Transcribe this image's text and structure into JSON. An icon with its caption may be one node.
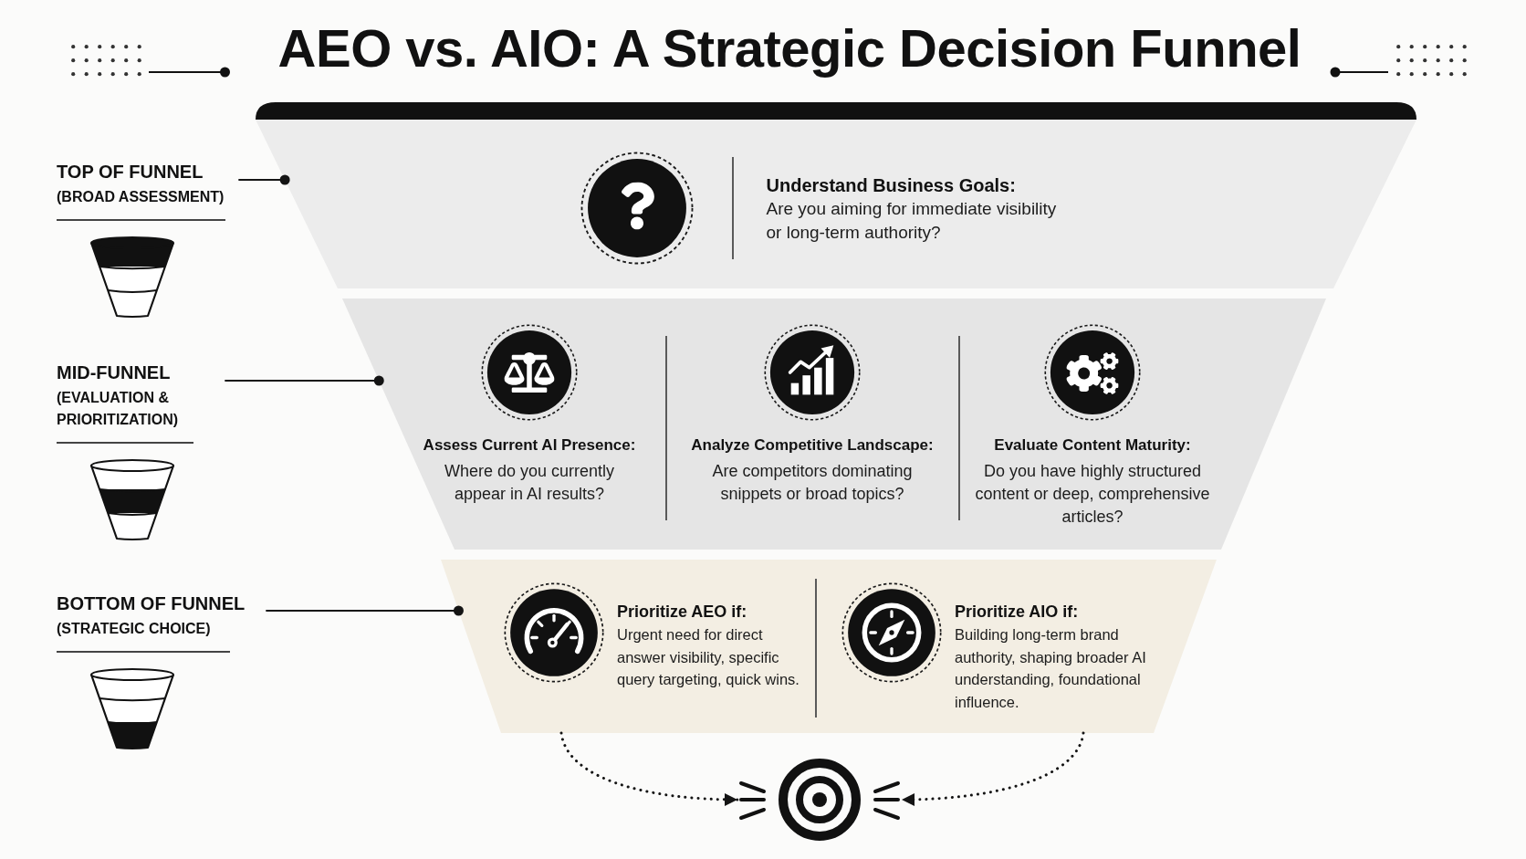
{
  "diagram": {
    "title": "AEO vs. AIO: A Strategic Decision Funnel",
    "nodes": [
      {
        "text": [
          "TOP OF FUNNEL",
          "(BROAD ASSESSMENT)"
        ]
      },
      {
        "text": [],
        "shape": "trapezoid"
      },
      {
        "text": [
          "Understand Business Goals:",
          "Are you aiming for immediate visibility or long-term authority?"
        ],
        "in": 1
      },
      {
        "text": [
          "MID-FUNNEL",
          "(EVALUATION & PRIORITIZATION)"
        ]
      },
      {
        "text": [],
        "shape": "trapezoid"
      },
      {
        "text": [
          "Assess Current AI Presence:",
          "Where do you currently appear in AI results?"
        ],
        "in": 4
      },
      {
        "text": [
          "Analyze Competitive Landscape:",
          "Are competitors dominating snippets or broad topics?"
        ],
        "in": 4
      },
      {
        "text": [
          "Evaluate Content Maturity:",
          "Do you have highly structured content or deep, comprehensive articles?"
        ],
        "in": 4
      },
      {
        "text": [
          "BOTTOM OF FUNNEL",
          "(STRATEGIC CHOICE)"
        ]
      },
      {
        "text": [],
        "shape": "trapezoid"
      },
      {
        "text": [
          "Prioritize AEO if:",
          "Urgent need for direct answer visibility, specific query targeting, quick wins."
        ],
        "in": 9
      },
      {
        "text": [
          "Prioritize AIO if:",
          "Building long-term brand authority, shaping broader AI understanding, foundational influence."
        ],
        "in": 9
      },
      {
        "text": [],
        "shape": "target"
      }
    ],
    "edges": [
      {
        "from": 0,
        "to": 1,
        "arrow": "other"
      },
      {
        "from": 3,
        "to": 4,
        "arrow": "other"
      },
      {
        "from": 8,
        "to": 9,
        "arrow": "other"
      },
      {
        "from": 10,
        "to": 12,
        "arrow": "to",
        "style": "dashed"
      },
      {
        "from": 11,
        "to": 12,
        "arrow": "to",
        "style": "dashed"
      }
    ]
  }
}
